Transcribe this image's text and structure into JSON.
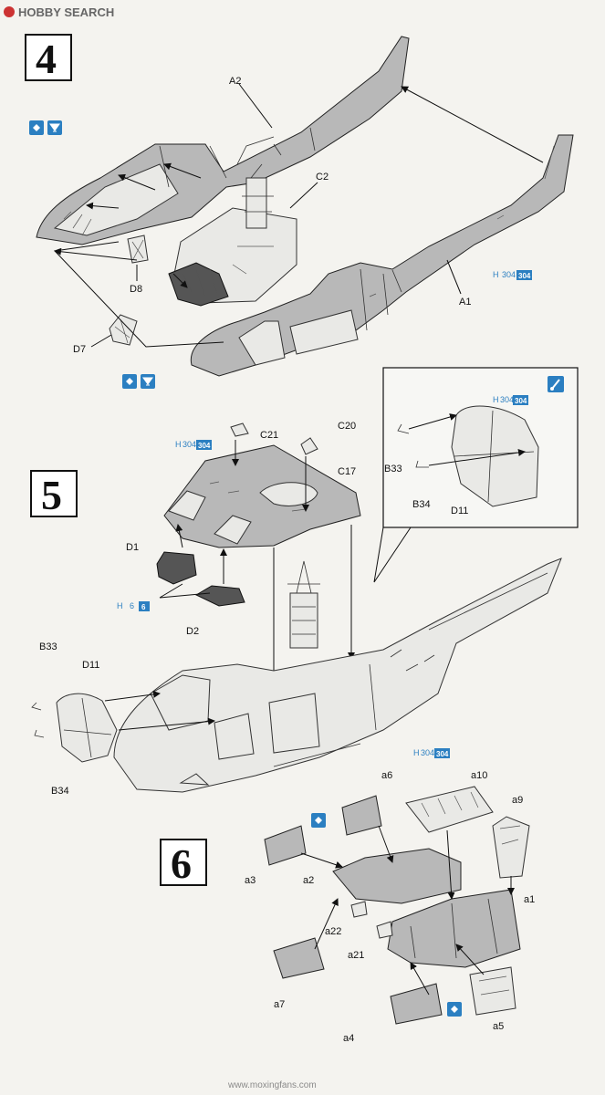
{
  "header": {
    "brand": "HOBBY SEARCH"
  },
  "footer": {
    "watermark": "www.moxingfans.com"
  },
  "steps": {
    "s4": "4",
    "s5": "5",
    "s6": "6"
  },
  "labels": {
    "A2": "A2",
    "C2": "C2",
    "D8": "D8",
    "D7": "D7",
    "A1": "A1",
    "C21": "C21",
    "C20": "C20",
    "C17": "C17",
    "D1": "D1",
    "D2": "D2",
    "B33_top": "B33",
    "B34_top": "B34",
    "D11_top": "D11",
    "B33": "B33",
    "D11": "D11",
    "B34": "B34",
    "a6": "a6",
    "a10": "a10",
    "a9": "a9",
    "a3": "a3",
    "a2": "a2",
    "a1": "a1",
    "a22": "a22",
    "a21": "a21",
    "a7": "a7",
    "a5": "a5",
    "a4": "a4"
  },
  "paint_codes": {
    "h304_a1": {
      "prefix": "H",
      "plain": "304",
      "boxed": "304"
    },
    "h304_c17": {
      "prefix": "H",
      "plain": "304",
      "boxed": "304"
    },
    "h6": {
      "prefix": "H",
      "plain": "6",
      "boxed": "6"
    },
    "h304_d11": {
      "prefix": "H",
      "plain": "304",
      "boxed": "304"
    },
    "h304_a10": {
      "prefix": "H",
      "plain": "304",
      "boxed": "304"
    }
  },
  "icons": [
    "option-swap-icon",
    "cement-icon",
    "paint-brush-icon"
  ],
  "colors": {
    "paint_blue": "#2b7fc1",
    "part_grey": "#b8b8b8",
    "dark_part": "#555555"
  }
}
